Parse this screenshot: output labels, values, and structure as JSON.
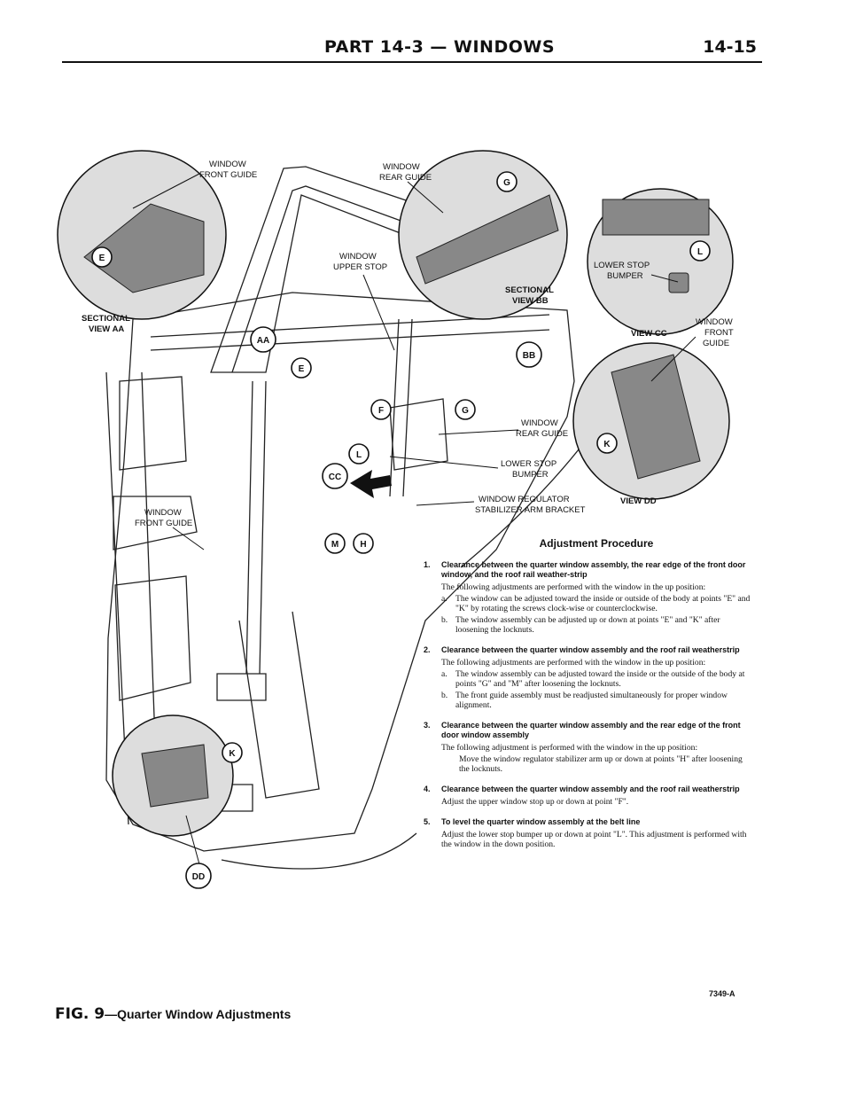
{
  "header": {
    "title": "PART 14-3 — WINDOWS",
    "page_number": "14-15"
  },
  "illustration": {
    "labels": {
      "window_front_guide_top": [
        "WINDOW",
        "FRONT GUIDE"
      ],
      "window_rear_guide_top": [
        "WINDOW",
        "REAR GUIDE"
      ],
      "window_upper_stop": [
        "WINDOW",
        "UPPER STOP"
      ],
      "sectional_view_aa": [
        "SECTIONAL",
        "VIEW AA"
      ],
      "sectional_view_bb": [
        "SECTIONAL",
        "VIEW BB"
      ],
      "lower_stop_bumper_cc": [
        "LOWER STOP",
        "BUMPER"
      ],
      "view_cc": "VIEW CC",
      "window_front_guide_dd": [
        "WINDOW",
        "FRONT",
        "GUIDE"
      ],
      "window_rear_guide_mid": [
        "WINDOW",
        "REAR GUIDE"
      ],
      "lower_stop_bumper_mid": [
        "LOWER STOP",
        "BUMPER"
      ],
      "window_regulator": [
        "WINDOW REGULATOR",
        "STABILIZER ARM BRACKET"
      ],
      "view_dd": "VIEW DD",
      "window_front_guide_left": [
        "WINDOW",
        "FRONT GUIDE"
      ]
    },
    "callouts": {
      "e1": "E",
      "e2": "E",
      "g1": "G",
      "g2": "G",
      "l1": "L",
      "l2": "L",
      "k1": "K",
      "k2": "K",
      "f": "F",
      "h": "H",
      "m": "M",
      "aa": "AA",
      "bb": "BB",
      "cc": "CC",
      "dd": "DD"
    }
  },
  "procedure": {
    "title": "Adjustment Procedure",
    "steps": [
      {
        "num": "1.",
        "heading": "Clearance between the quarter window assembly, the rear edge of the front door window, and the roof rail weather-strip",
        "intro": "The following adjustments are performed with the window in the up position:",
        "items": [
          {
            "letter": "a.",
            "text": "The window can be adjusted toward the inside or outside of the body at points \"E\" and \"K\" by rotating the screws clock-wise or counterclockwise."
          },
          {
            "letter": "b.",
            "text": "The window assembly can be adjusted up or down at points \"E\" and \"K\" after loosening the locknuts."
          }
        ]
      },
      {
        "num": "2.",
        "heading": "Clearance between the quarter window assembly and the roof rail weatherstrip",
        "intro": "The following adjustments are performed with the window in the up position:",
        "items": [
          {
            "letter": "a.",
            "text": "The window assembly can be adjusted toward the inside or the outside of the body at points \"G\" and \"M\" after loosening the locknuts."
          },
          {
            "letter": "b.",
            "text": "The front guide assembly must be readjusted simultaneously for proper window alignment."
          }
        ]
      },
      {
        "num": "3.",
        "heading": "Clearance between the quarter window assembly and the rear edge of the front door window assembly",
        "intro": "The following adjustment is performed with the window in the up position:",
        "detail": "Move the window regulator stabilizer arm up or down at points \"H\" after loosening the locknuts."
      },
      {
        "num": "4.",
        "heading": "Clearance between the quarter window assembly and the roof rail weatherstrip",
        "detail": "Adjust the upper window stop up or down at point \"F\"."
      },
      {
        "num": "5.",
        "heading": "To level the quarter window assembly at the belt line",
        "detail": "Adjust the lower stop bumper up or down at point \"L\". This adjustment is performed with the window in the down position."
      }
    ]
  },
  "figure_code": "7349-A",
  "caption": {
    "fig_label": "FIG. 9",
    "text": "—Quarter Window Adjustments"
  }
}
